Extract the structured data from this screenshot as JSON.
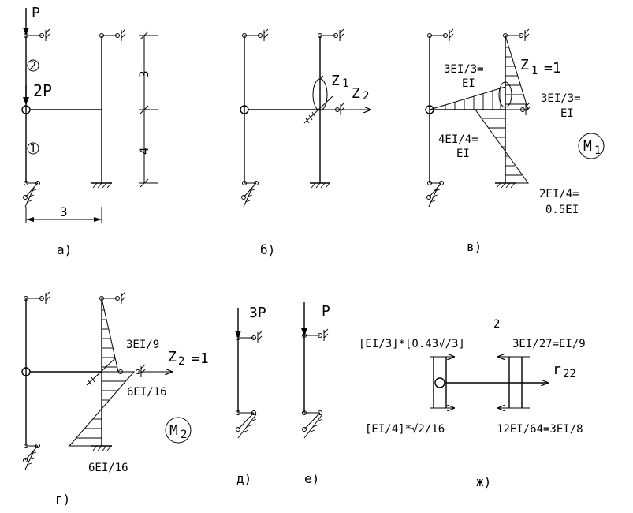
{
  "panel_labels": {
    "a": "a)",
    "b": "б)",
    "v": "в)",
    "g": "г)",
    "d": "д)",
    "e": "е)",
    "zh": "ж)"
  },
  "fig_a": {
    "load_top": "P",
    "load_mid": "2P",
    "bar_1": "1",
    "bar_2": "2",
    "dim_3_vertical": "3",
    "dim_4_vertical": "4",
    "dim_3_horizontal": "3"
  },
  "fig_b": {
    "z1": "Z",
    "z1_sub": "1",
    "z2": "Z",
    "z2_sub": "2"
  },
  "fig_v": {
    "label_left_top_1": "3EI/3=",
    "label_left_top_2": "EI",
    "label_z1": "Z",
    "label_z1_sub": "1",
    "label_z1_eq": "=1",
    "label_right_1": "3EI/3=",
    "label_right_2": "EI",
    "label_mid_1": "4EI/4=",
    "label_mid_2": "EI",
    "label_bottom_1": "2EI/4=",
    "label_bottom_2": "0.5EI",
    "diagram_name": "M",
    "diagram_sub": "1"
  },
  "fig_g": {
    "label_top": "3EI/9",
    "label_z2": "Z",
    "label_z2_sub": "2",
    "label_z2_eq": "=1",
    "label_mid": "6EI/16",
    "label_bottom": "6EI/16",
    "diagram_name": "M",
    "diagram_sub": "2"
  },
  "fig_d": {
    "load": "3P"
  },
  "fig_e": {
    "load": "P"
  },
  "fig_zh": {
    "top_left": "[EI/3]*[0.43√/3]",
    "top_left_exp": "2",
    "top_right": "3EI/27=EI/9",
    "r_label": "r",
    "r_sub": "22",
    "bottom_left": "[EI/4]*√2/16",
    "bottom_right": "12EI/64=3EI/8"
  }
}
